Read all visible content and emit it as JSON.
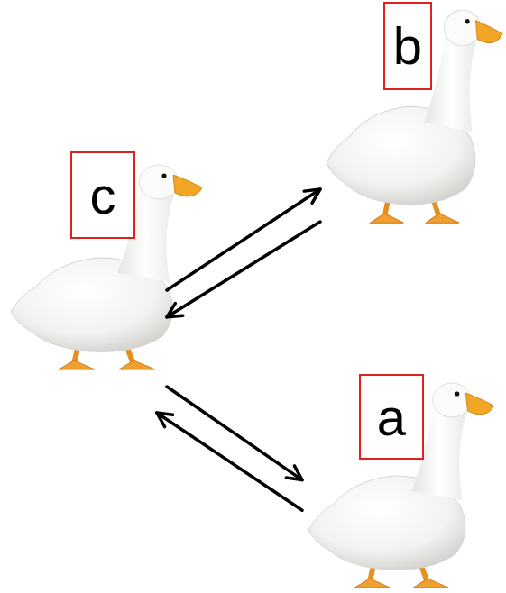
{
  "diagram": {
    "nodes": [
      {
        "text": [
          "b"
        ]
      },
      {
        "text": [
          "c"
        ]
      },
      {
        "text": [
          "a"
        ]
      }
    ],
    "edges": [
      {
        "from": 1,
        "to": 0,
        "arrow": "to"
      },
      {
        "from": 0,
        "to": 1,
        "arrow": "to"
      },
      {
        "from": 1,
        "to": 2,
        "arrow": "to"
      },
      {
        "from": 2,
        "to": 1,
        "arrow": "to"
      }
    ]
  }
}
